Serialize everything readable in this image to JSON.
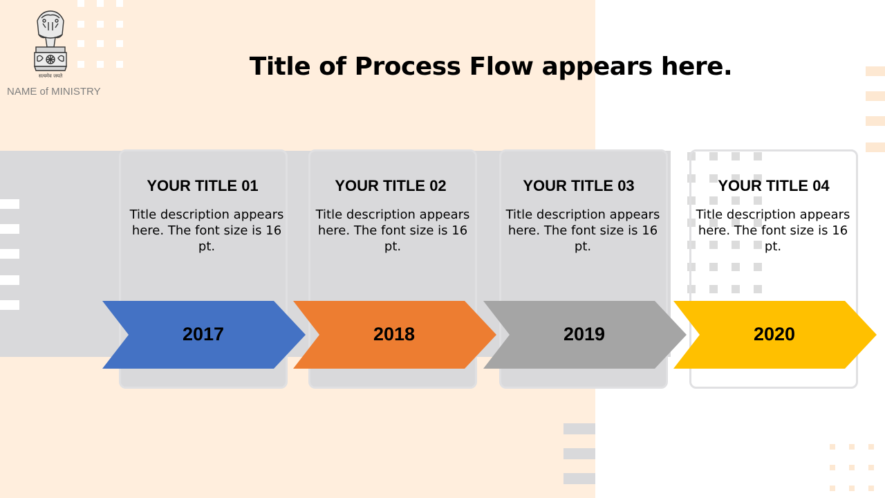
{
  "header": {
    "title": "Title of Process Flow appears here.",
    "ministry_name": "NAME of MINISTRY",
    "emblem_motto": "सत्यमेव जयते"
  },
  "steps": [
    {
      "title": "YOUR TITLE 01",
      "description": "Title description appears here. The font size is 16 pt.",
      "year": "2017",
      "color": "#4472c4"
    },
    {
      "title": "YOUR TITLE 02",
      "description": "Title description appears here. The font size is 16 pt.",
      "year": "2018",
      "color": "#ed7d31"
    },
    {
      "title": "YOUR TITLE 03",
      "description": "Title description appears here. The font size is 16 pt.",
      "year": "2019",
      "color": "#a5a5a5"
    },
    {
      "title": "YOUR TITLE 04",
      "description": "Title description appears here. The font size is 16 pt.",
      "year": "2020",
      "color": "#ffc000"
    }
  ],
  "colors": {
    "background_peach": "#ffeedd",
    "band_gray": "#d9d9db"
  }
}
